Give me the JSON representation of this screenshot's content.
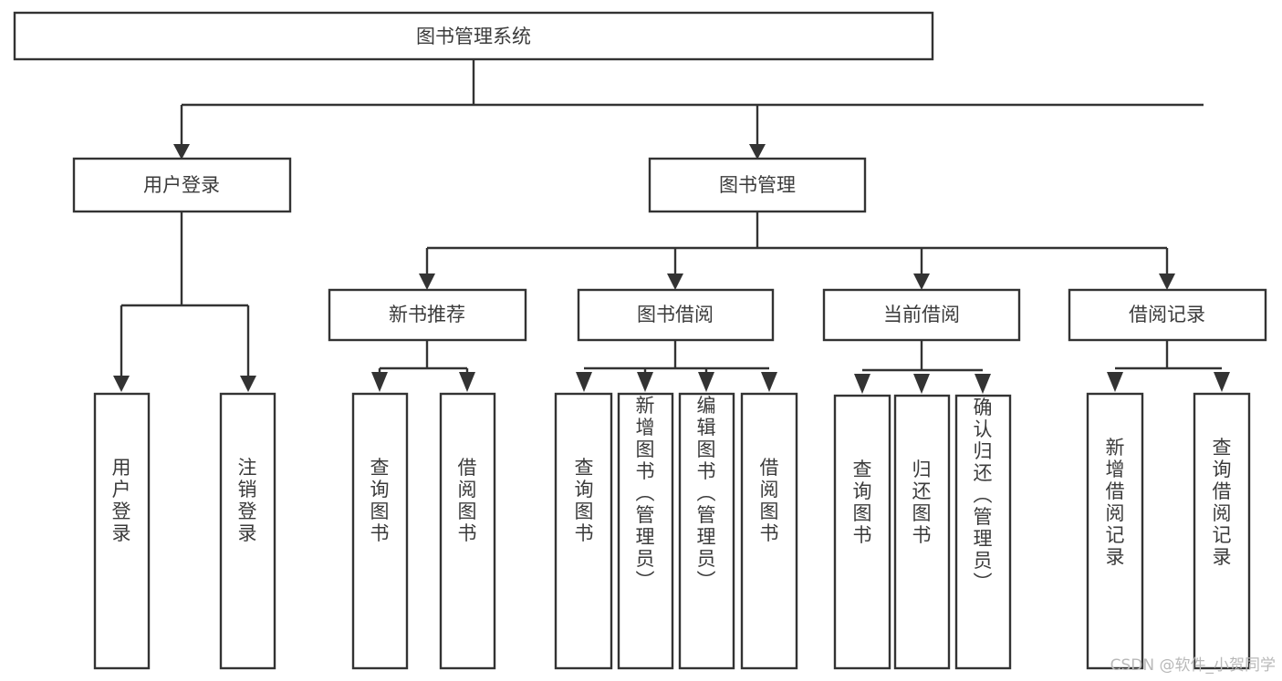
{
  "diagram": {
    "title": "图书管理系统",
    "type": "hierarchy-tree",
    "background_color": "#ffffff",
    "box_stroke_color": "#333333",
    "text_color": "#3b3b3b",
    "levels": 4
  },
  "nodes": {
    "root": {
      "label": "图书管理系统",
      "orientation": "horizontal"
    },
    "level2": [
      {
        "id": "user-login",
        "label": "用户登录",
        "orientation": "horizontal"
      },
      {
        "id": "book-management",
        "label": "图书管理",
        "orientation": "horizontal"
      }
    ],
    "level3": [
      {
        "id": "new-book-recommend",
        "label": "新书推荐",
        "orientation": "horizontal"
      },
      {
        "id": "book-borrow",
        "label": "图书借阅",
        "orientation": "horizontal"
      },
      {
        "id": "current-borrow",
        "label": "当前借阅",
        "orientation": "horizontal"
      },
      {
        "id": "borrow-record",
        "label": "借阅记录",
        "orientation": "horizontal"
      }
    ],
    "leaves": [
      {
        "id": "leaf-user-login",
        "label": "用户登录",
        "parent": "user-login",
        "orientation": "vertical"
      },
      {
        "id": "leaf-user-logout",
        "label": "注销登录",
        "parent": "user-login",
        "orientation": "vertical"
      },
      {
        "id": "leaf-query-book-1",
        "label": "查询图书",
        "parent": "new-book-recommend",
        "orientation": "vertical"
      },
      {
        "id": "leaf-borrow-book-1",
        "label": "借阅图书",
        "parent": "new-book-recommend",
        "orientation": "vertical"
      },
      {
        "id": "leaf-query-book-2",
        "label": "查询图书",
        "parent": "book-borrow",
        "orientation": "vertical"
      },
      {
        "id": "leaf-add-book",
        "label": "新增图书（管理员）",
        "parent": "book-borrow",
        "orientation": "vertical"
      },
      {
        "id": "leaf-edit-book",
        "label": "编辑图书（管理员）",
        "parent": "book-borrow",
        "orientation": "vertical"
      },
      {
        "id": "leaf-borrow-book-2",
        "label": "借阅图书",
        "parent": "book-borrow",
        "orientation": "vertical"
      },
      {
        "id": "leaf-query-book-3",
        "label": "查询图书",
        "parent": "current-borrow",
        "orientation": "vertical"
      },
      {
        "id": "leaf-return-book",
        "label": "归还图书",
        "parent": "current-borrow",
        "orientation": "vertical"
      },
      {
        "id": "leaf-confirm-return",
        "label": "确认归还（管理员）",
        "parent": "current-borrow",
        "orientation": "vertical"
      },
      {
        "id": "leaf-add-record",
        "label": "新增借阅记录",
        "parent": "borrow-record",
        "orientation": "vertical"
      },
      {
        "id": "leaf-query-record",
        "label": "查询借阅记录",
        "parent": "borrow-record",
        "orientation": "vertical"
      }
    ]
  },
  "watermark": {
    "text": "CSDN @软件_小贺同学"
  }
}
